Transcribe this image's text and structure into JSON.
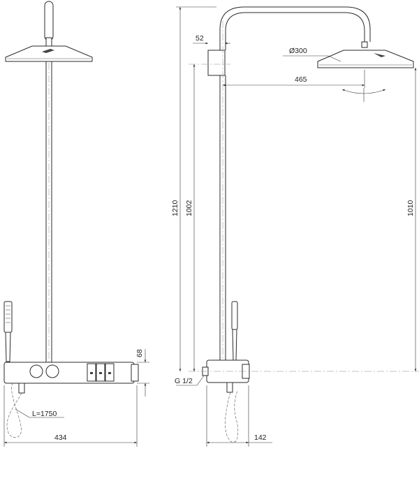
{
  "dimensions": {
    "head_diameter": "Ø300",
    "arm_offset": "52",
    "arm_reach": "465",
    "total_height": "1210",
    "outlet_height": "1002",
    "head_height": "1010",
    "shelf_height": "68",
    "thread": "G 1/2",
    "shelf_width": "434",
    "hose": "L=1750",
    "shelf_depth": "142"
  }
}
